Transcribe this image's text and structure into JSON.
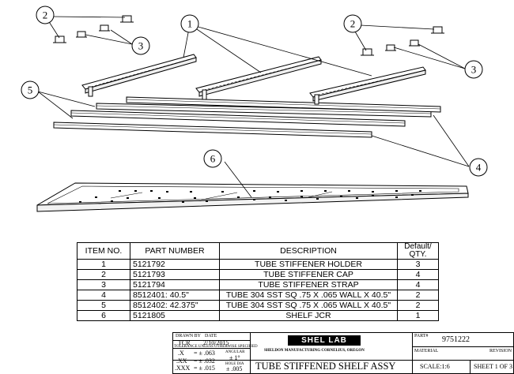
{
  "callouts": [
    "1",
    "2",
    "3",
    "4",
    "5",
    "6"
  ],
  "bom": {
    "headers": {
      "item": "ITEM NO.",
      "part": "PART NUMBER",
      "desc": "DESCRIPTION",
      "qty": "Default/ QTY."
    },
    "rows": [
      {
        "item": "1",
        "part": "5121792",
        "desc": "TUBE STIFFENER HOLDER",
        "qty": "3"
      },
      {
        "item": "2",
        "part": "5121793",
        "desc": "TUBE STIFFENER CAP",
        "qty": "4"
      },
      {
        "item": "3",
        "part": "5121794",
        "desc": "TUBE STIFFENER STRAP",
        "qty": "4"
      },
      {
        "item": "4",
        "part": "8512401: 40.5\"",
        "desc": "TUBE 304 SST SQ .75 X .065 WALL X 40.5\"",
        "qty": "2"
      },
      {
        "item": "5",
        "part": "8512402: 42.375\"",
        "desc": "TUBE 304 SST SQ .75 X .065 WALL X 40.5\"",
        "qty": "2"
      },
      {
        "item": "6",
        "part": "5121805",
        "desc": "SHELF JCR",
        "qty": "1"
      }
    ]
  },
  "title_block": {
    "drawn_by_label": "DRAWN BY",
    "drawn_by": "TCR",
    "date_label": "DATE",
    "date": "2/10/2015",
    "tolerance_note": "TOLERANCE UNLESS OTHERWISE SPECIFIED",
    "tol_x": ".X",
    "tol_x_val": "= ± .063",
    "tol_xx": ".XX",
    "tol_xx_val": "= ± .032",
    "tol_xxx": ".XXX",
    "tol_xxx_val": "= ± .015",
    "angular_label": "ANGULAR",
    "angular_val": "± 1°",
    "hole_label": "HOLE DIA",
    "hole_val": "± .005",
    "logo_text": "SHEL LAB",
    "company": "SHELDON MANUFACTURING CORNELIUS, OREGON",
    "title": "TUBE STIFFENED SHELF ASSY",
    "part_label": "PART#",
    "part_number": "9751222",
    "material_label": "MATERIAL",
    "revision_label": "REVISION",
    "scale": "SCALE:1:6",
    "sheet": "SHEET 1 OF 3"
  }
}
